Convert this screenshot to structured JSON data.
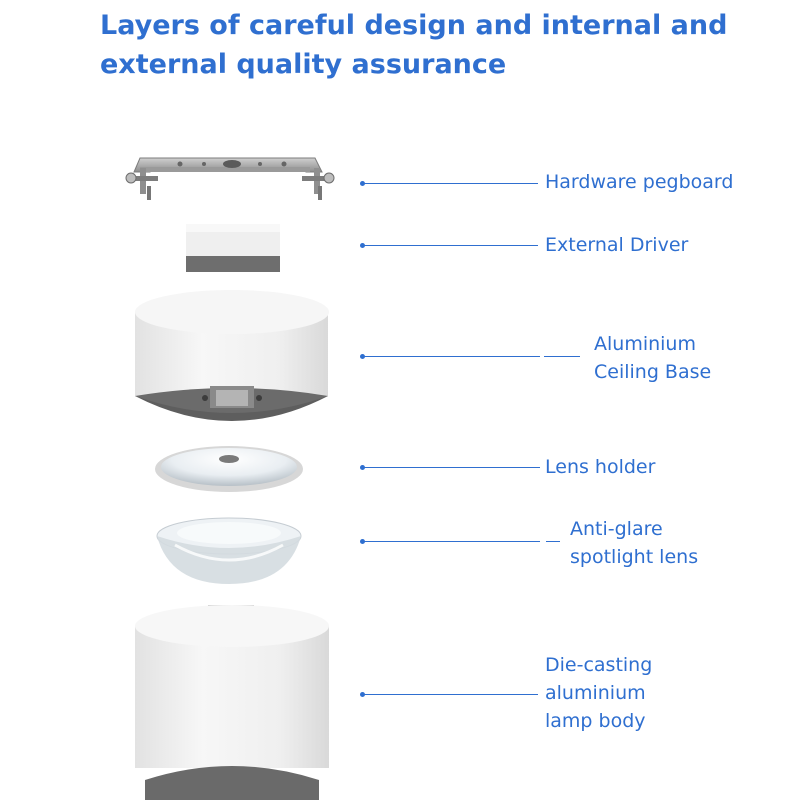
{
  "headline": "Layers of careful design and internal and external quality assurance",
  "components": [
    {
      "label": "Hardware pegboard"
    },
    {
      "label": "External Driver"
    },
    {
      "label": "Aluminium\nCeiling Base"
    },
    {
      "label": "Lens holder"
    },
    {
      "label": "Anti-glare\nspotlight lens"
    },
    {
      "label": "Die-casting\naluminium\nlamp body"
    }
  ],
  "colors": {
    "accent": "#2f6fd0",
    "housing": "#f1f1f1",
    "interior": "#6b6b6b",
    "metal": "#a8a8a8"
  }
}
